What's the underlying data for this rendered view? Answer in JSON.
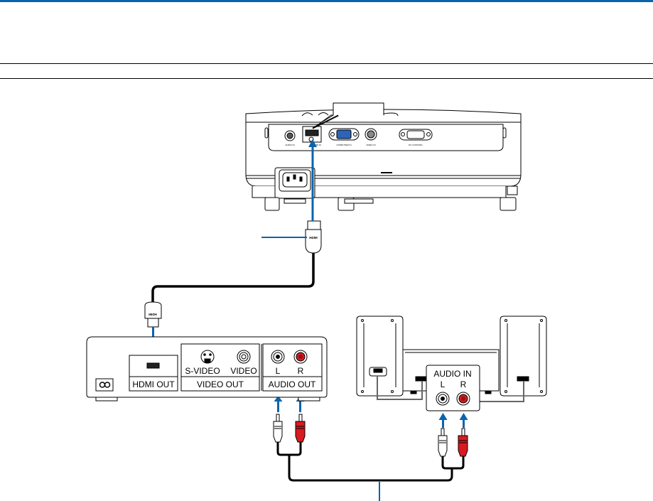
{
  "colors": {
    "accent": "#0a64ad",
    "red_jack": "#d81b21",
    "cable": "#000000"
  },
  "projector": {
    "ports": [
      {
        "name": "audio-in",
        "label": "AUDIO IN"
      },
      {
        "name": "hdmi-in",
        "label": "HDMI IN"
      },
      {
        "name": "computer-in",
        "label": "COMPUTER IN"
      },
      {
        "name": "video-in",
        "label": "VIDEO IN"
      },
      {
        "name": "pc-control",
        "label": "PC CONTROL"
      }
    ]
  },
  "hdmi_cable": {
    "plug_label": "HDMI"
  },
  "player": {
    "hdmi_out": "HDMI OUT",
    "s_video": "S-VIDEO",
    "video": "VIDEO",
    "video_out": "VIDEO OUT",
    "audio_l": "L",
    "audio_r": "R",
    "audio_out": "AUDIO OUT"
  },
  "speakers": {
    "audio_in": "AUDIO IN",
    "audio_l": "L",
    "audio_r": "R"
  }
}
